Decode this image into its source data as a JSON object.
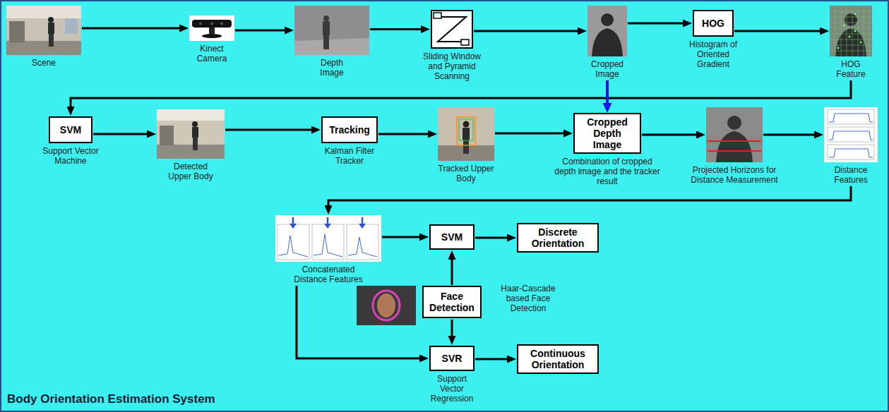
{
  "diagram": {
    "title": "Body Orientation Estimation System",
    "nodes": [
      {
        "text": [
          "Scene"
        ]
      },
      {
        "text": [
          "Kinect Camera"
        ]
      },
      {
        "text": [
          "Depth Image"
        ]
      },
      {
        "text": [
          "Sliding Window and Pyramid Scanning"
        ]
      },
      {
        "text": [
          "Cropped Image"
        ]
      },
      {
        "text": [
          "HOG",
          "Histogram of Oriented Gradient"
        ]
      },
      {
        "text": [
          "HOG Feature"
        ]
      },
      {
        "text": [
          "SVM",
          "Support Vector Machine"
        ]
      },
      {
        "text": [
          "Detected Upper Body"
        ]
      },
      {
        "text": [
          "Tracking",
          "Kalman Filter Tracker"
        ]
      },
      {
        "text": [
          "Tracked Upper Body"
        ]
      },
      {
        "text": [
          "Cropped Depth Image",
          "Combination of cropped depth image and the tracker result"
        ]
      },
      {
        "text": [
          "Projected Horizons for Distance Measurement"
        ]
      },
      {
        "text": [
          "Distance Features"
        ]
      },
      {
        "text": [
          "Concatenated Distance Features"
        ]
      },
      {
        "text": [
          "SVM"
        ]
      },
      {
        "text": [
          "Discrete Orientation"
        ]
      },
      {
        "text": [
          "Face Detection"
        ]
      },
      {
        "text": [
          "SVR",
          "Support Vector Regression"
        ]
      },
      {
        "text": [
          "Continuous Orientation"
        ]
      }
    ],
    "edges": [
      {
        "from": 0,
        "to": 1,
        "arrow": "to"
      },
      {
        "from": 1,
        "to": 2,
        "arrow": "to"
      },
      {
        "from": 2,
        "to": 3,
        "arrow": "to"
      },
      {
        "from": 3,
        "to": 4,
        "arrow": "to"
      },
      {
        "from": 4,
        "to": 5,
        "arrow": "to"
      },
      {
        "from": 5,
        "to": 6,
        "arrow": "to"
      },
      {
        "from": 6,
        "to": 7,
        "arrow": "to"
      },
      {
        "from": 7,
        "to": 8,
        "arrow": "to"
      },
      {
        "from": 8,
        "to": 9,
        "arrow": "to"
      },
      {
        "from": 9,
        "to": 10,
        "arrow": "to"
      },
      {
        "from": 10,
        "to": 11,
        "arrow": "to"
      },
      {
        "from": 4,
        "to": 11,
        "arrow": "to"
      },
      {
        "from": 11,
        "to": 12,
        "arrow": "to"
      },
      {
        "from": 12,
        "to": 13,
        "arrow": "to"
      },
      {
        "from": 13,
        "to": 14,
        "arrow": "to"
      },
      {
        "from": 14,
        "to": 15,
        "arrow": "to"
      },
      {
        "from": 15,
        "to": 16,
        "arrow": "to"
      },
      {
        "from": 17,
        "to": 15,
        "arrow": "to"
      },
      {
        "from": 17,
        "to": 18,
        "arrow": "to"
      },
      {
        "from": 14,
        "to": 18,
        "arrow": "to"
      },
      {
        "from": 18,
        "to": 19,
        "arrow": "to"
      }
    ],
    "labels": [
      "Haar-Cascade based Face Detection"
    ]
  }
}
